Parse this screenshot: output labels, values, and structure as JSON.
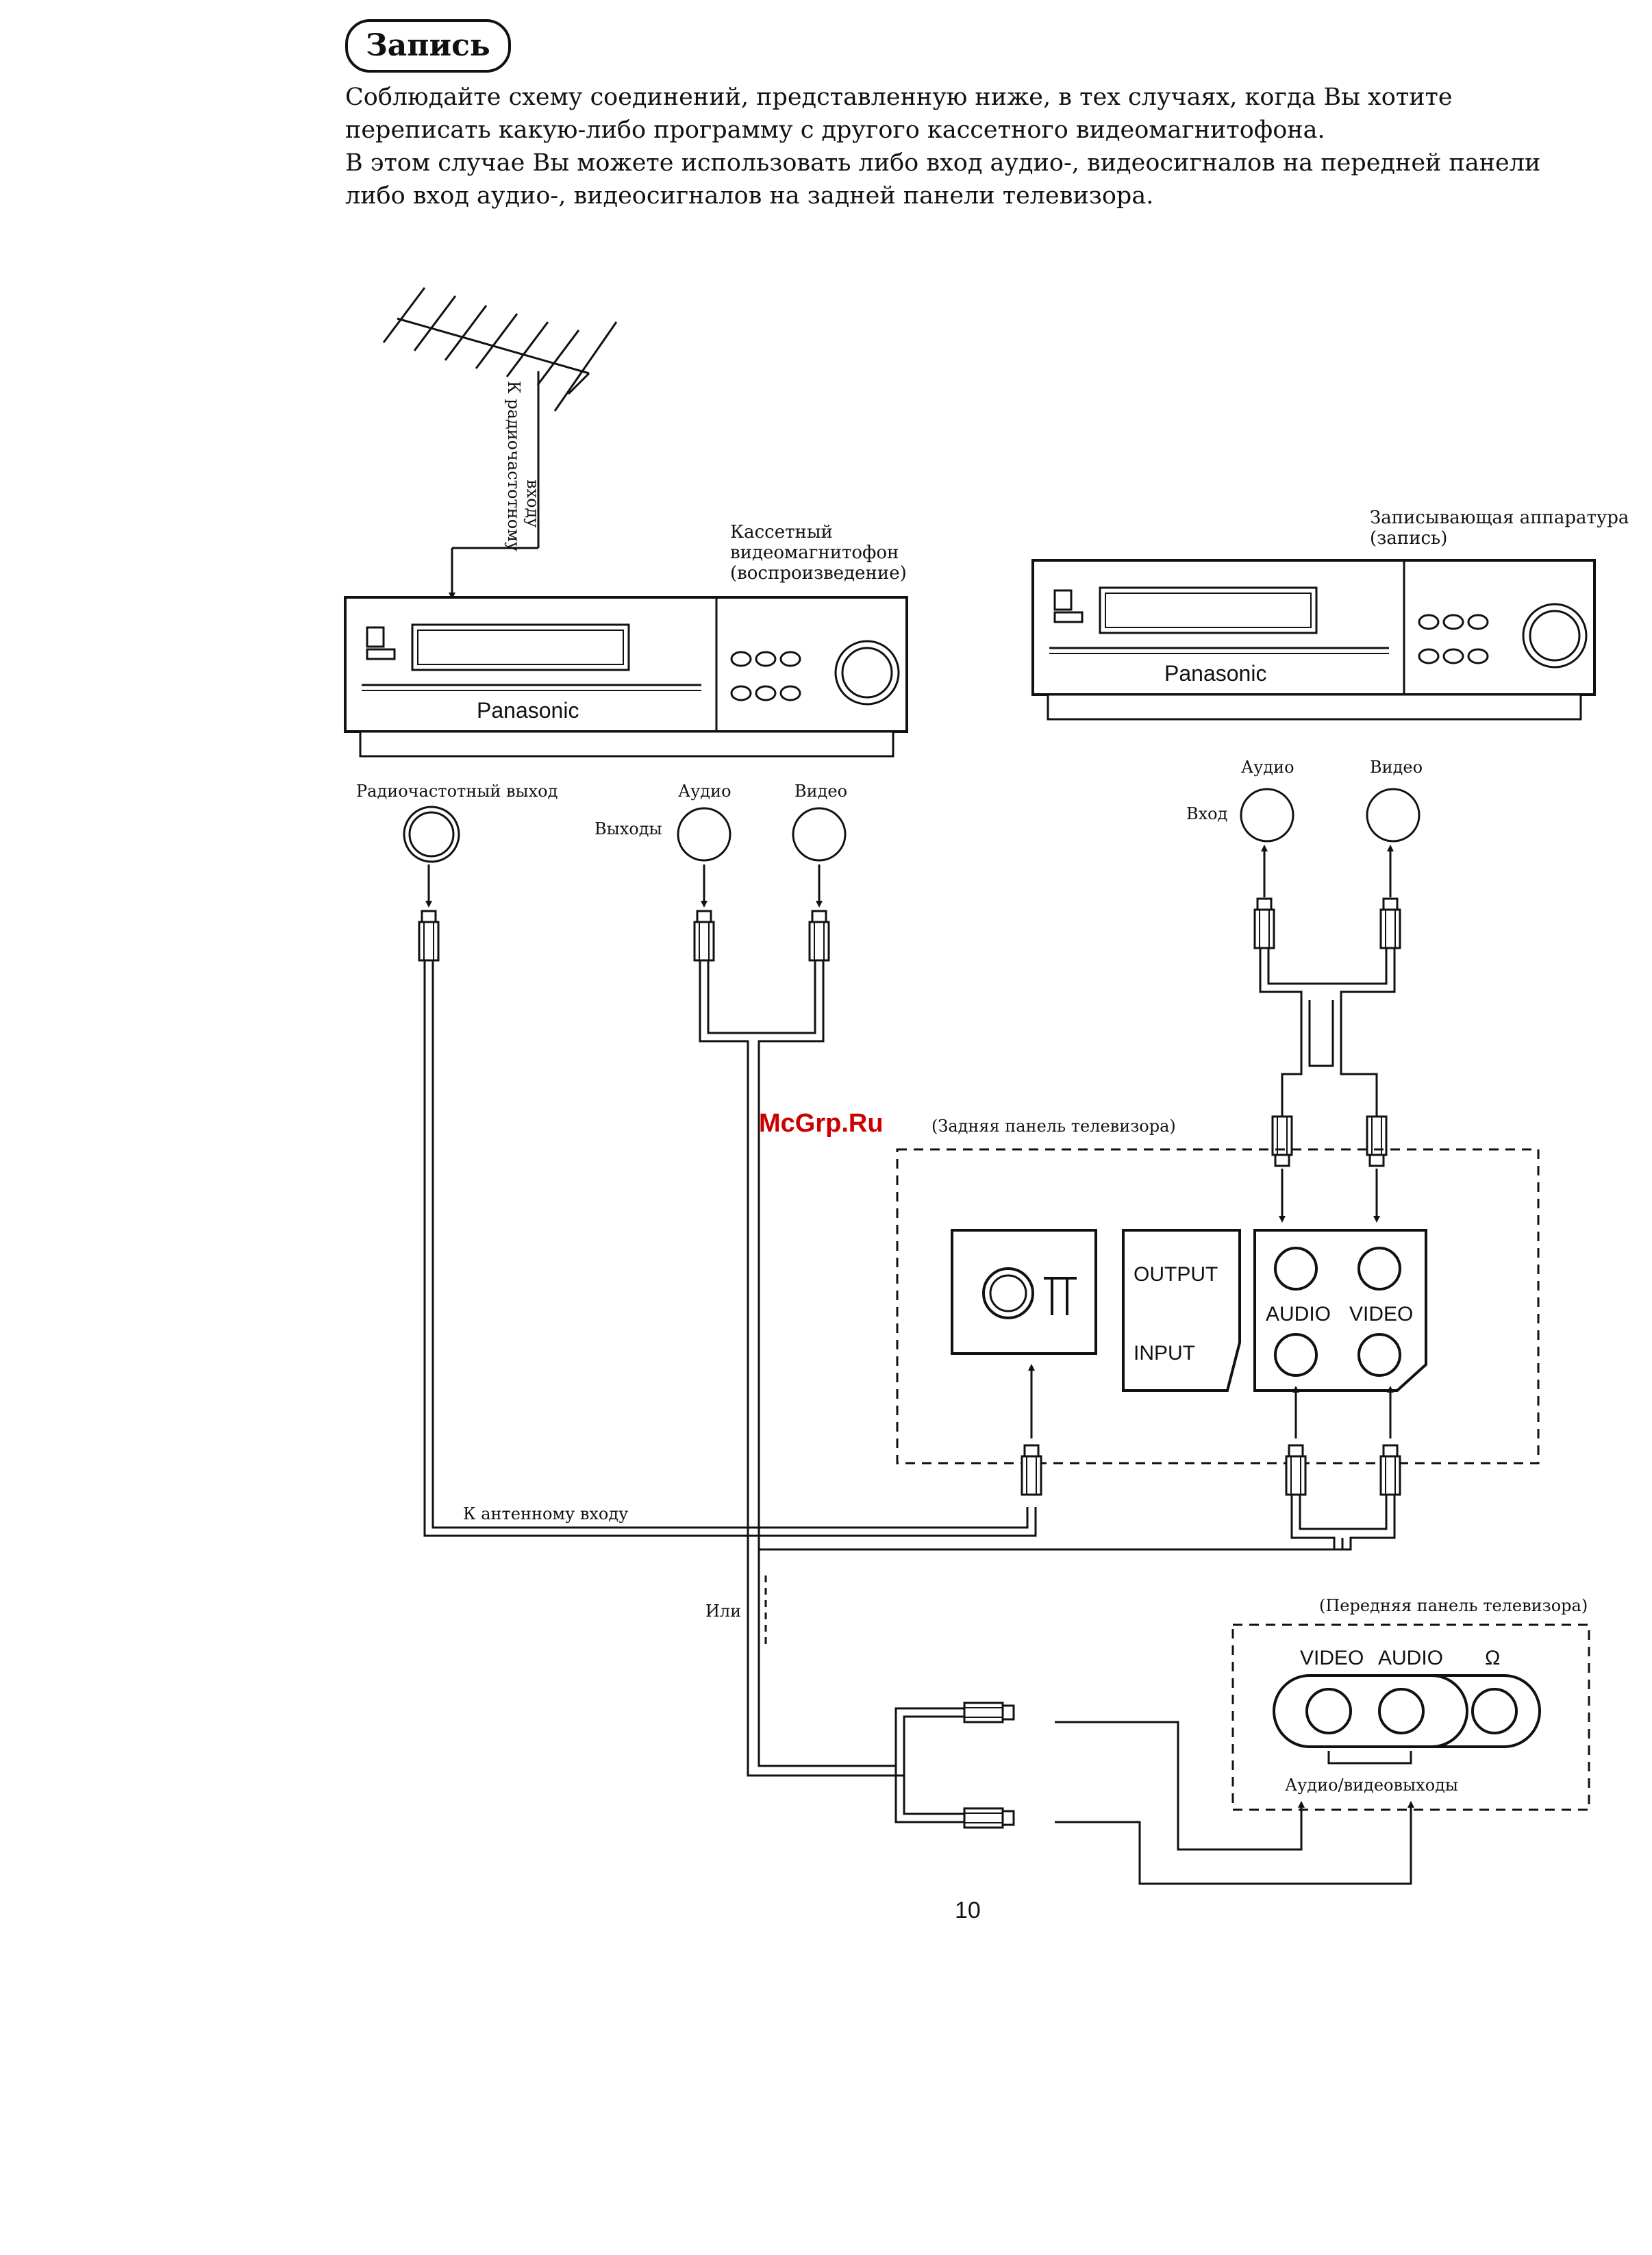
{
  "title": "Запись",
  "intro": {
    "p1": "Соблюдайте схему соединений, представленную ниже, в тех случаях, когда Вы хотите переписать какую-либо программу с другого кассетного видеомагнитофона.",
    "p2": "В этом случае Вы можете использовать либо вход аудио-, видеосигналов на передней панели либо вход аудио-, видеосигналов на задней панели телевизора."
  },
  "watermark": "McGrp.Ru",
  "diagram": {
    "antenna_label_1": "К радиочастотному",
    "antenna_label_2": "входу",
    "playback_vcr": {
      "label_1": "Кассетный",
      "label_2": "видеомагнитофон",
      "label_3": "(воспроизведение)",
      "brand": "Panasonic",
      "rf_out": "Радиочастотный выход",
      "audio": "Аудио",
      "video": "Видео",
      "outputs": "Выходы"
    },
    "recording_vcr": {
      "label_1": "Записывающая аппаратура",
      "label_2": "(запись)",
      "brand": "Panasonic",
      "audio": "Аудио",
      "video": "Видео",
      "input": "Вход"
    },
    "tv_rear": {
      "label": "(Задняя панель телевизора)",
      "output": "OUTPUT",
      "input": "INPUT",
      "audio": "AUDIO",
      "video": "VIDEO"
    },
    "antenna_input": "К антенному входу",
    "or": "Или",
    "tv_front": {
      "label": "(Передняя панель телевизора)",
      "video": "VIDEO",
      "audio": "AUDIO",
      "headphones": "Ω",
      "av_outputs": "Аудио/видеовыходы"
    }
  },
  "page_number": "10"
}
